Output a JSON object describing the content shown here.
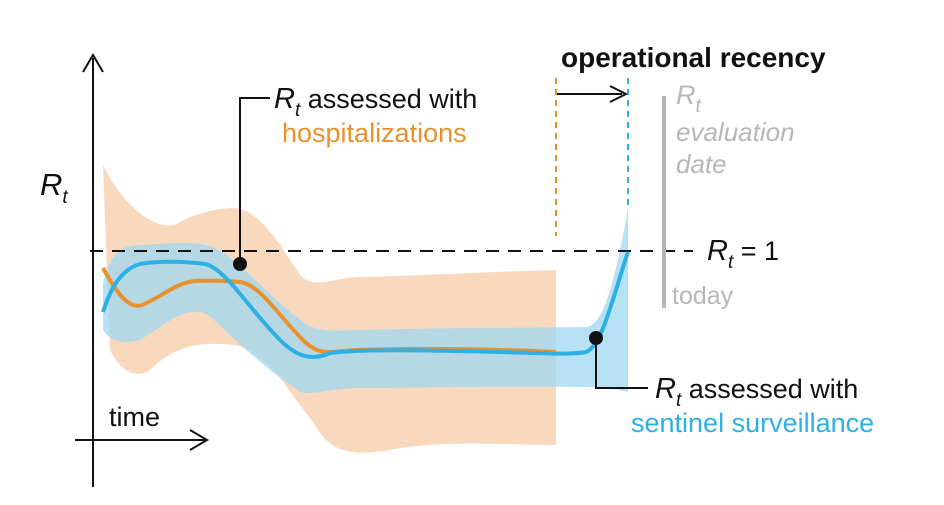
{
  "diagram": {
    "y_axis_label": {
      "main": "R",
      "sub": "t"
    },
    "x_axis_label": "time",
    "threshold_label": {
      "main": "R",
      "sub": "t",
      "rest": " = 1"
    },
    "header": "operational recency",
    "hosp_callout": {
      "main": "R",
      "sub": "t",
      "rest": " assessed with",
      "second": "hospitalizations"
    },
    "sent_callout": {
      "main": "R",
      "sub": "t",
      "rest": " assessed with",
      "second": "sentinel surveillance"
    },
    "eval_label": {
      "main": "R",
      "sub": "t",
      "line2": "evaluation",
      "line3": "date"
    },
    "today_label": "today"
  },
  "colors": {
    "hospitalizations": "#e8912d",
    "hospitalizations_band": "#f7c9a2",
    "sentinel": "#2eb0e4",
    "sentinel_band": "#9fd7f1",
    "gray": "#b7b7b7",
    "black": "#111111"
  }
}
